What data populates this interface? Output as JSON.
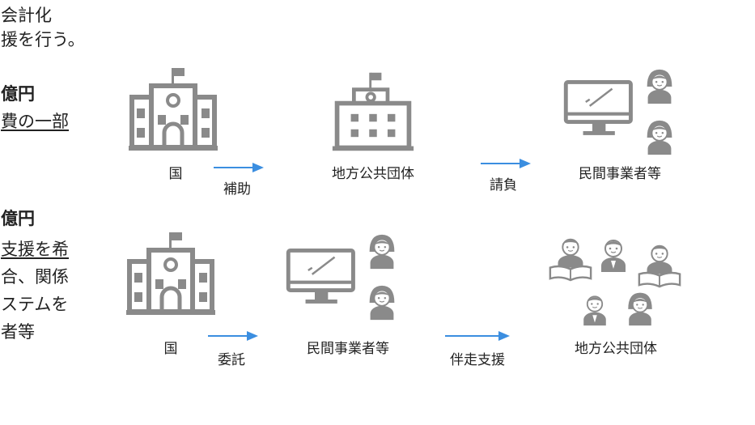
{
  "left_text": {
    "frag1": "会計化",
    "frag2": "援を行う。",
    "frag3": "億円",
    "frag4": "費の一部",
    "frag5": "億円",
    "frag6": "支援を希",
    "frag7": "合、関係",
    "frag8": "ステムを",
    "frag9": "者等"
  },
  "row1": {
    "node1": "国",
    "arrow1": "補助",
    "node2": "地方公共団体",
    "arrow2": "請負",
    "node3": "民間事業者等"
  },
  "row2": {
    "node1": "国",
    "arrow1": "委託",
    "node2": "民間事業者等",
    "arrow2": "伴走支援",
    "node3": "地方公共団体"
  },
  "colors": {
    "icon": "#8a8a8a",
    "arrow": "#3b8ee0",
    "text": "#222222"
  }
}
